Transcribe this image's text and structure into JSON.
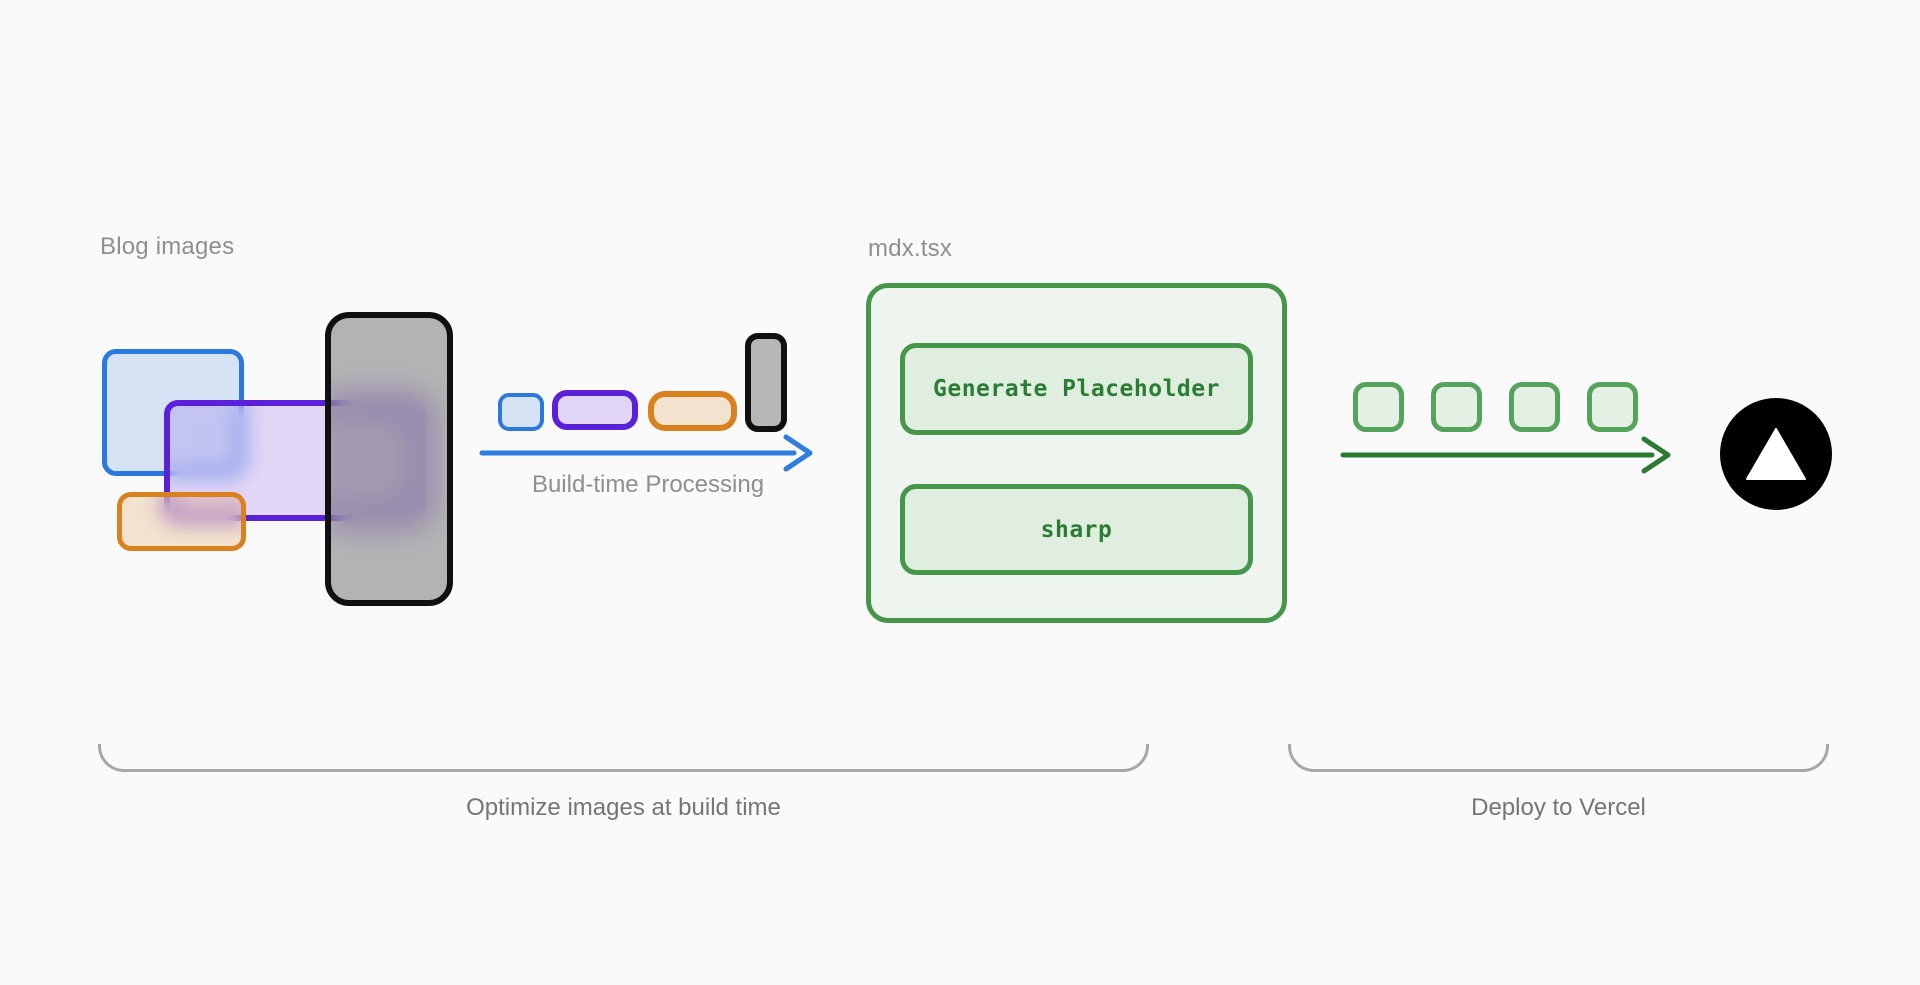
{
  "labels": {
    "blog_images": "Blog images",
    "mdx_file": "mdx.tsx",
    "build_arrow_caption": "Build-time Processing",
    "left_group_caption": "Optimize images at build time",
    "right_group_caption": "Deploy to Vercel"
  },
  "pipeline": {
    "file": "mdx.tsx",
    "steps": [
      {
        "label": "Generate Placeholder"
      },
      {
        "label": "sharp"
      }
    ]
  },
  "icons": {
    "vercel": "vercel-logo-icon",
    "build_arrow": "right-arrow-icon",
    "deploy_arrow": "right-arrow-icon"
  },
  "colors": {
    "background": "#fafafa",
    "blue": "#2b79de",
    "purple": "#5b21d8",
    "orange": "#d9801f",
    "black_frame": "#101010",
    "green_border": "#459649",
    "green_fill_light": "#eef5ee",
    "green_fill_step": "#e0eedf",
    "green_text": "#2b7d33",
    "green_square_border": "#55a35c",
    "blue_arrow": "#2e7ce0",
    "green_arrow": "#2b7a33",
    "label_gray": "#8f8f8f",
    "caption_gray": "#757575",
    "brace_gray": "#a8a8a8",
    "vercel_black": "#000000"
  }
}
